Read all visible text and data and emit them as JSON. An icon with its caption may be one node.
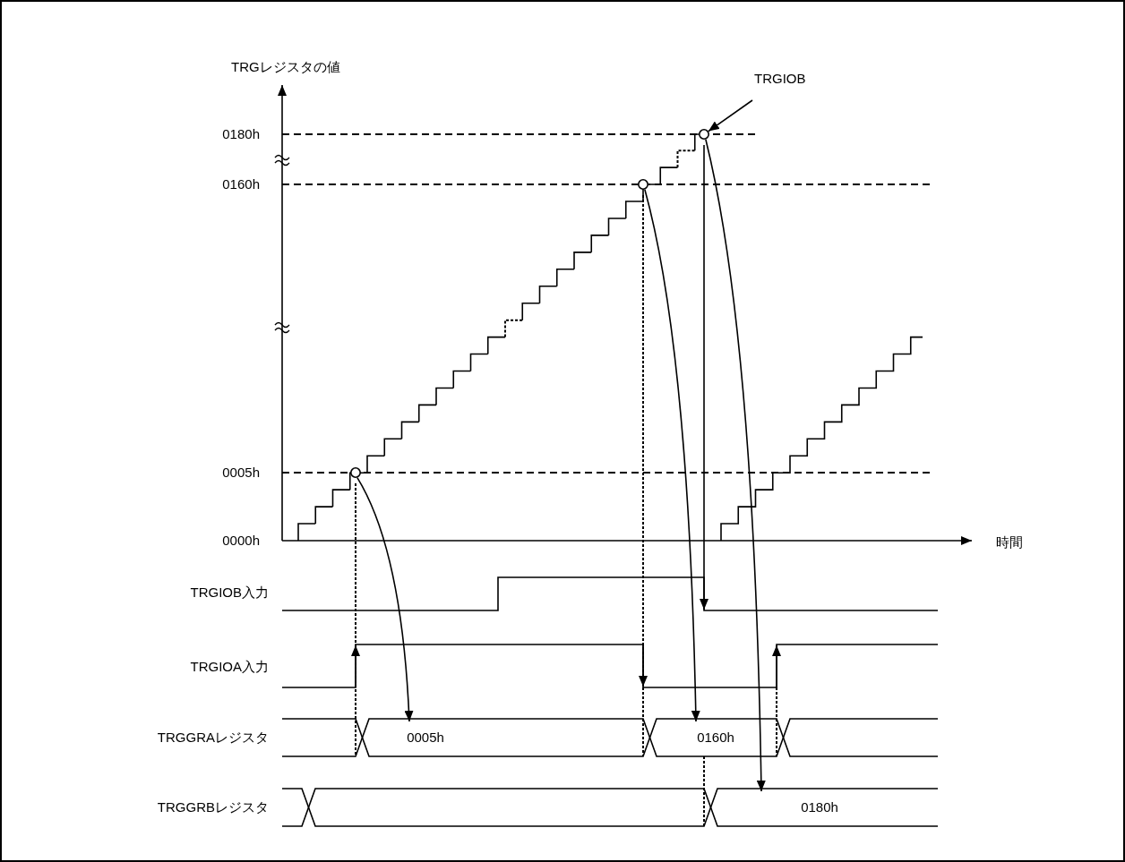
{
  "diagram": {
    "nodes": [
      {
        "text": [
          "TRGIOB"
        ]
      },
      {
        "text": [],
        "shape": "circle"
      },
      {
        "text": [],
        "shape": "circle"
      },
      {
        "text": [],
        "shape": "circle"
      },
      {
        "text": [
          "0005h"
        ]
      },
      {
        "text": [
          "0160h"
        ]
      },
      {
        "text": [
          "0180h"
        ]
      }
    ],
    "edges": [
      {
        "from": 0,
        "to": 3,
        "arrow": "to"
      },
      {
        "from": 1,
        "to": 4,
        "arrow": "to"
      },
      {
        "from": 2,
        "to": 5,
        "arrow": "to"
      },
      {
        "from": 3,
        "to": 6,
        "arrow": "to"
      }
    ],
    "labels": [
      "TRGレジスタの値",
      "0180h",
      "0160h",
      "0005h",
      "0000h",
      "時間",
      "TRGIOB入力",
      "TRGIOA入力",
      "TRGGRAレジスタ",
      "TRGGRBレジスタ"
    ]
  }
}
